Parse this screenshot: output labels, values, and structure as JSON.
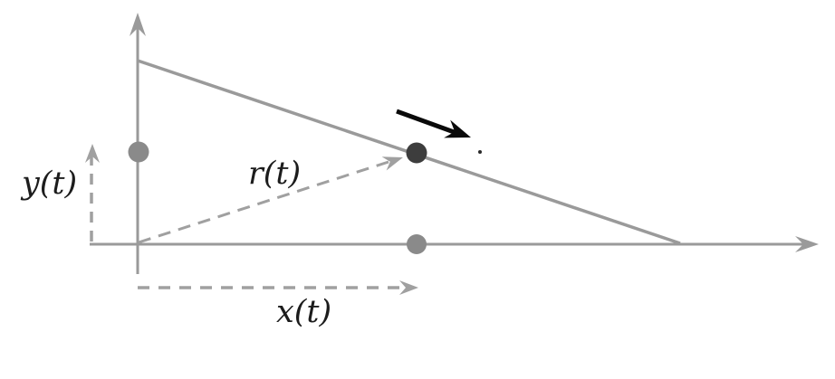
{
  "figure": {
    "labels": {
      "position_vector": "r(t)",
      "x_component": "x(t)",
      "y_component": "y(t)"
    },
    "icons": {
      "axis_arrowheads": "arrow-head",
      "velocity_arrow": "arrow-right-down"
    },
    "colors": {
      "background": "#ffffff",
      "axis": "#9a9a9a",
      "trajectory": "#9a9a9a",
      "dashed_vector": "#a0a0a0",
      "projection_dot": "#8a8a8a",
      "particle": "#3d3d3d",
      "velocity_arrow": "#0a0a0a",
      "small_dot": "#2a2a2a",
      "label_text": "#1c1c1c"
    }
  }
}
